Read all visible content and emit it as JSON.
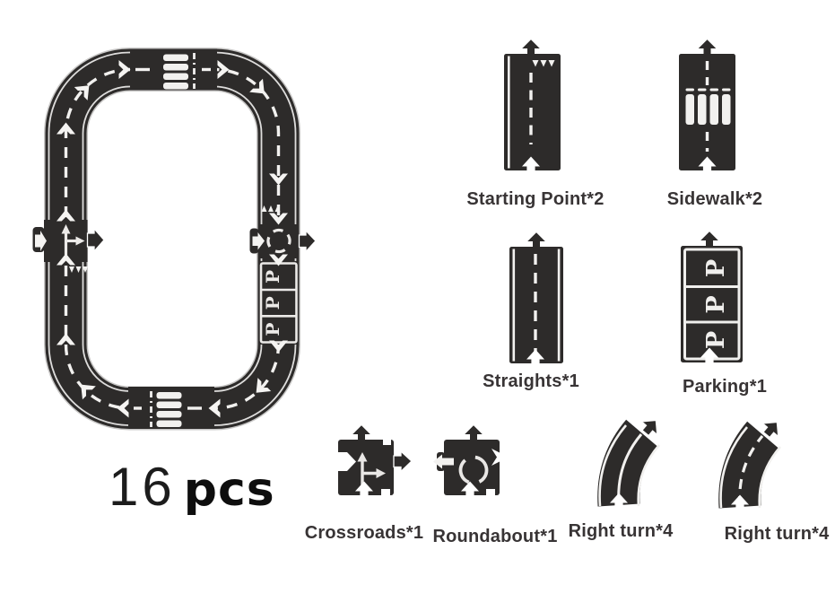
{
  "product": {
    "count": "16",
    "unit": "pcs"
  },
  "colors": {
    "road_dark": "#2d2b2a",
    "road_marking": "#f2f1ef",
    "label_text": "#383435",
    "background": "#ffffff"
  },
  "track_preview": {
    "name": "assembled-oval-track",
    "features": [
      "zebra-crossing-top",
      "zebra-crossing-bottom",
      "crossroads-left",
      "roundabout-right",
      "parking-bay-right",
      "starting-point-marks"
    ]
  },
  "parking_letter": "P",
  "pieces": [
    {
      "label": "Starting Point*2",
      "icon": "starting-point-piece-icon"
    },
    {
      "label": "Sidewalk*2",
      "icon": "sidewalk-piece-icon"
    },
    {
      "label": "Straights*1",
      "icon": "straight-piece-icon"
    },
    {
      "label": "Parking*1",
      "icon": "parking-piece-icon"
    },
    {
      "label": "Crossroads*1",
      "icon": "crossroads-piece-icon"
    },
    {
      "label": "Roundabout*1",
      "icon": "roundabout-piece-icon"
    },
    {
      "label": "Right turn*4",
      "icon": "right-turn-solid-piece-icon"
    },
    {
      "label": "Right turn*4",
      "icon": "right-turn-dashed-piece-icon"
    }
  ]
}
